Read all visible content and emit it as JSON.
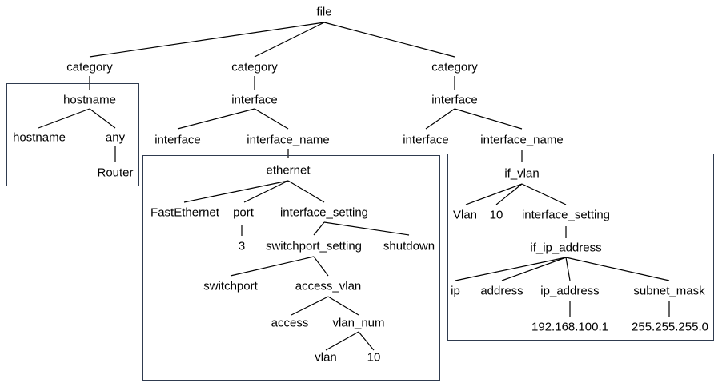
{
  "tree": {
    "root": "file",
    "branches": [
      {
        "category": "category",
        "child": "hostname",
        "leaves": [
          "hostname",
          "any",
          "Router"
        ]
      },
      {
        "category": "category",
        "child": "interface",
        "children": [
          "interface",
          "interface_name"
        ],
        "subtree": {
          "ethernet": "ethernet",
          "fastethernet": "FastEthernet",
          "port": "port",
          "port_value": "3",
          "interface_setting": "interface_setting",
          "switchport_setting": "switchport_setting",
          "shutdown": "shutdown",
          "switchport": "switchport",
          "access_vlan": "access_vlan",
          "access": "access",
          "vlan_num": "vlan_num",
          "vlan": "vlan",
          "vlan_value": "10"
        }
      },
      {
        "category": "category",
        "child": "interface",
        "children": [
          "interface",
          "interface_name"
        ],
        "subtree": {
          "if_vlan": "if_vlan",
          "vlan_kw": "Vlan",
          "vlan_value": "10",
          "interface_setting": "interface_setting",
          "if_ip_address": "if_ip_address",
          "ip": "ip",
          "address": "address",
          "ip_address": "ip_address",
          "subnet_mask": "subnet_mask",
          "ip_value": "192.168.100.1",
          "mask_value": "255.255.255.0"
        }
      }
    ]
  },
  "colors": {
    "line": "#000000",
    "box_border": "#2f3b4f",
    "text": "#000000"
  }
}
